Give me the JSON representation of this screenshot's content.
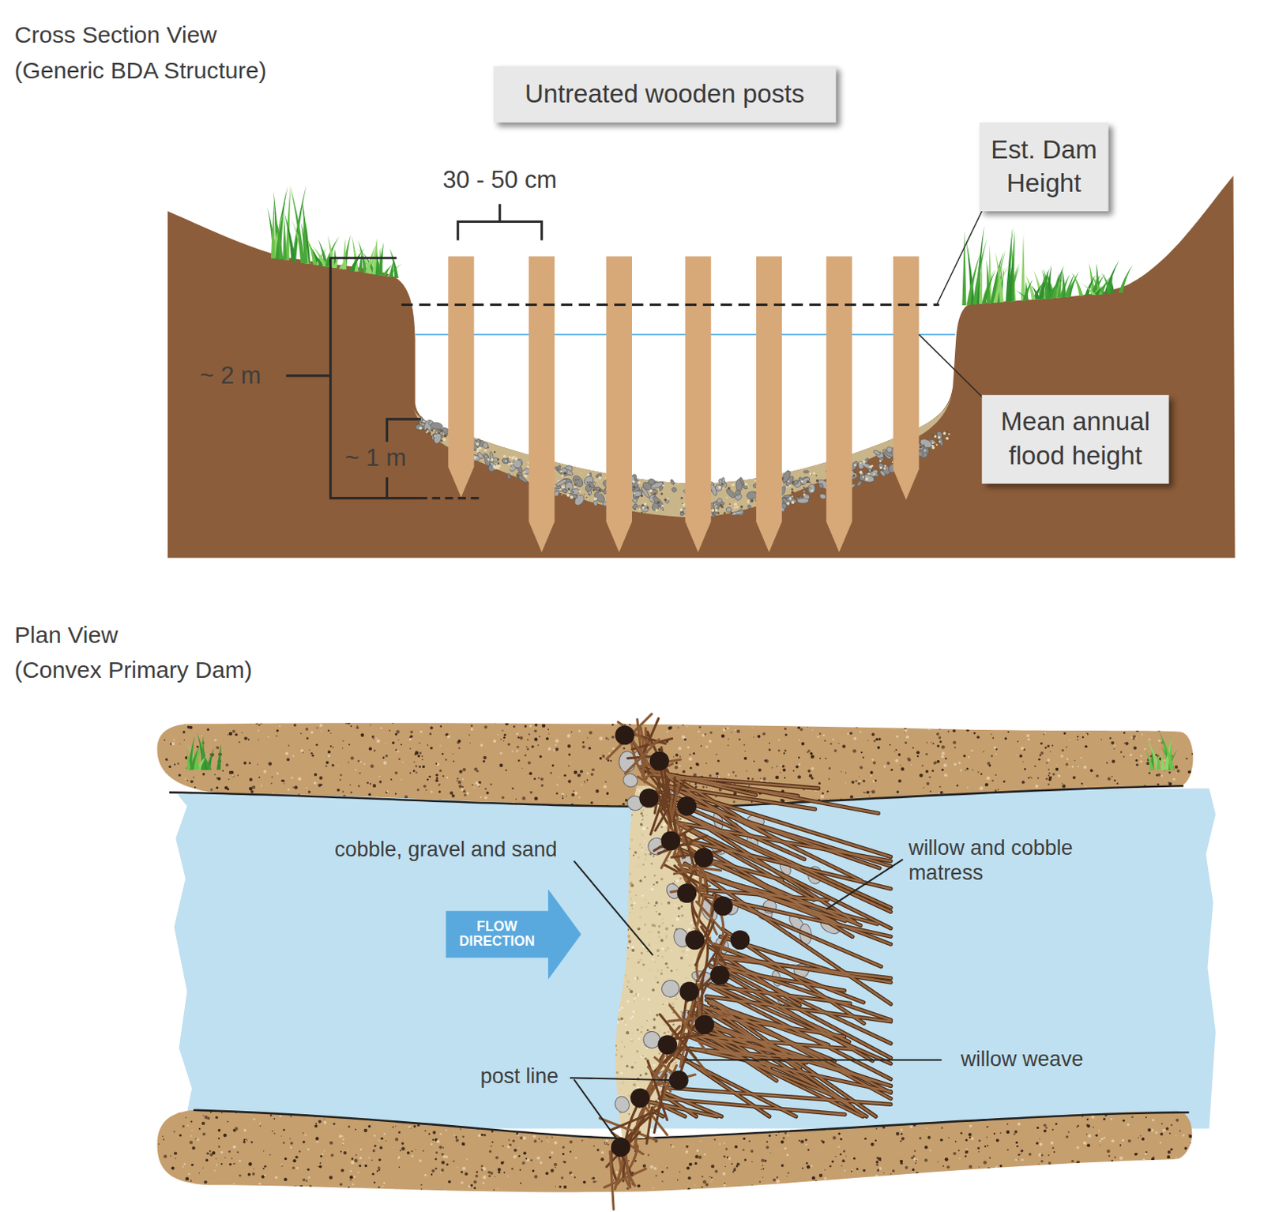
{
  "diagram": {
    "nodes": [
      {
        "text": [
          "Untreated wooden posts"
        ]
      },
      {
        "text": [
          "Est. Dam Height"
        ]
      },
      {
        "text": [
          "Mean annual flood height"
        ]
      },
      {
        "text": [
          "FLOW DIRECTION"
        ]
      }
    ],
    "labels": [
      "Cross Section View",
      "(Generic BDA Structure)",
      "30 - 50 cm",
      "~ 2 m",
      "~ 1 m",
      "Plan View",
      "(Convex Primary Dam)",
      "cobble, gravel and sand",
      "willow and cobble matress",
      "willow weave",
      "post line"
    ]
  }
}
